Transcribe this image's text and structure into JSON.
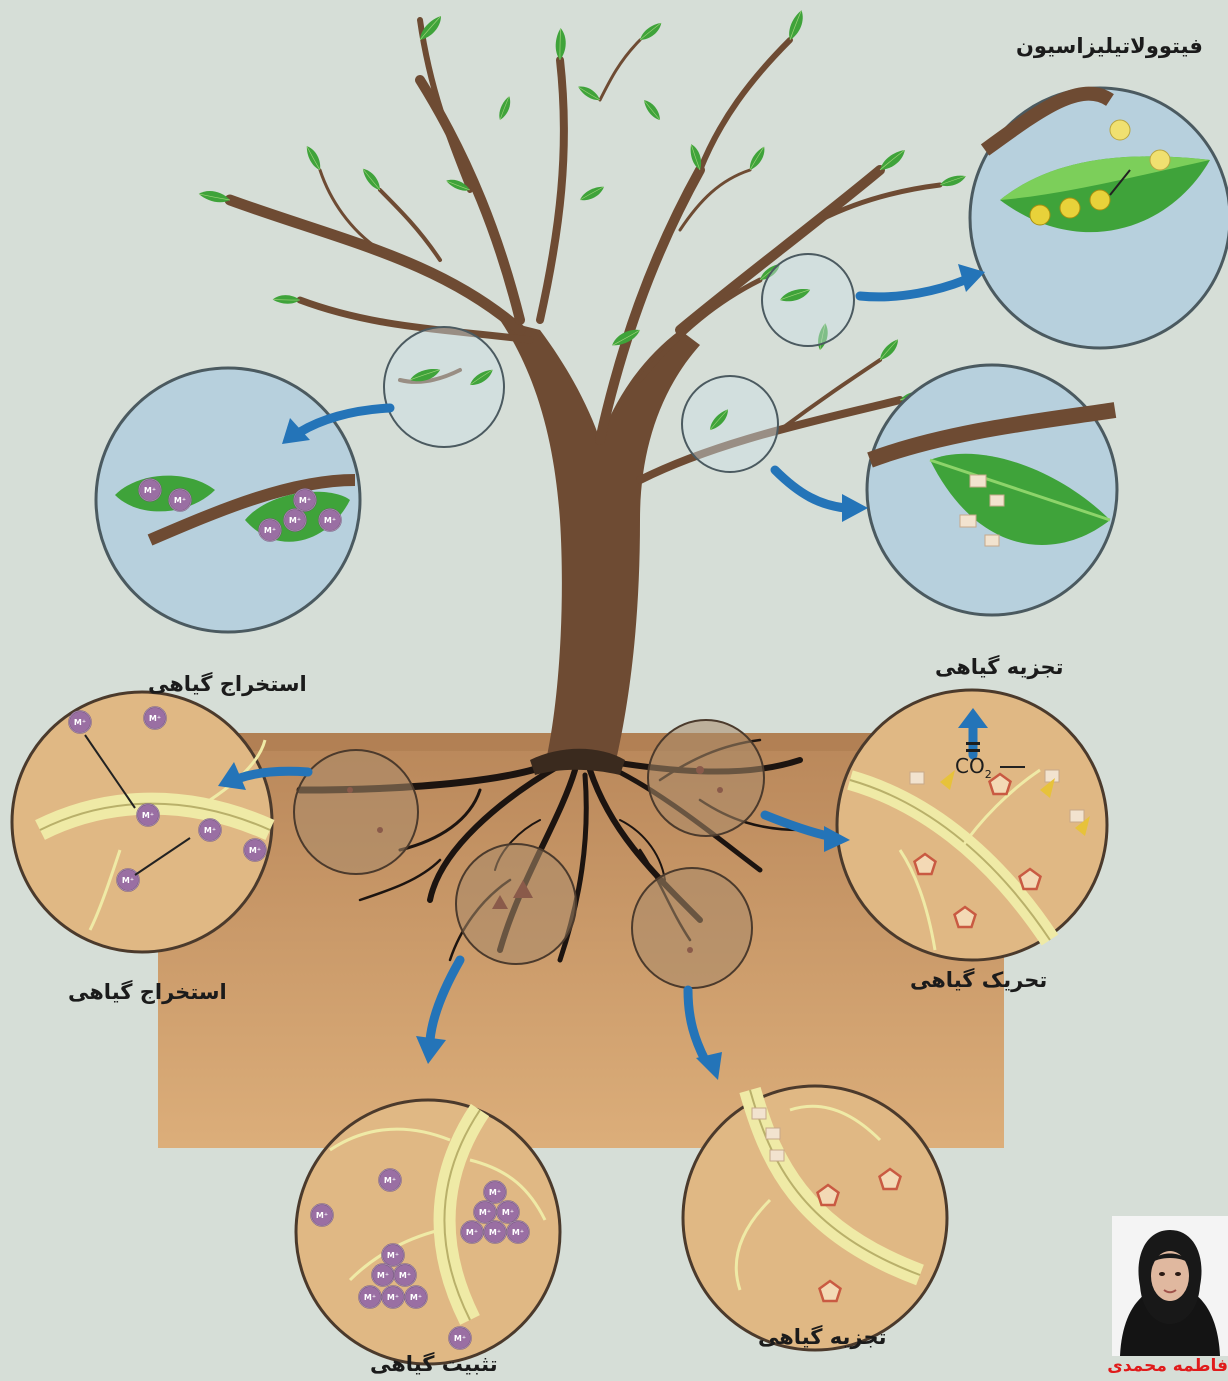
{
  "labels": {
    "phytovolatilization": "فیتوولاتیلیزاسیون",
    "phytoextraction_upper": "استخراج گیاهی",
    "phytodegradation_upper": "تجزیه گیاهی",
    "phytostimulation": "تحریک گیاهی",
    "phytoextraction_lower": "استخراج گیاهی",
    "phytostabilization": "تثبیت گیاهی",
    "phytodegradation_lower": "تجزیه گیاهی"
  },
  "symbols": {
    "metal_ion": "M⁺",
    "co2": "CO",
    "co2_sub": "2"
  },
  "author": {
    "name": "فاطمه محمدی"
  },
  "colors": {
    "background": "#d6ded7",
    "soil": "#c9935e",
    "trunk": "#6e4b33",
    "leaf": "#3fa33a",
    "arrow": "#2474b8",
    "root": "#1c1410",
    "author_name": "#e01b1b"
  }
}
